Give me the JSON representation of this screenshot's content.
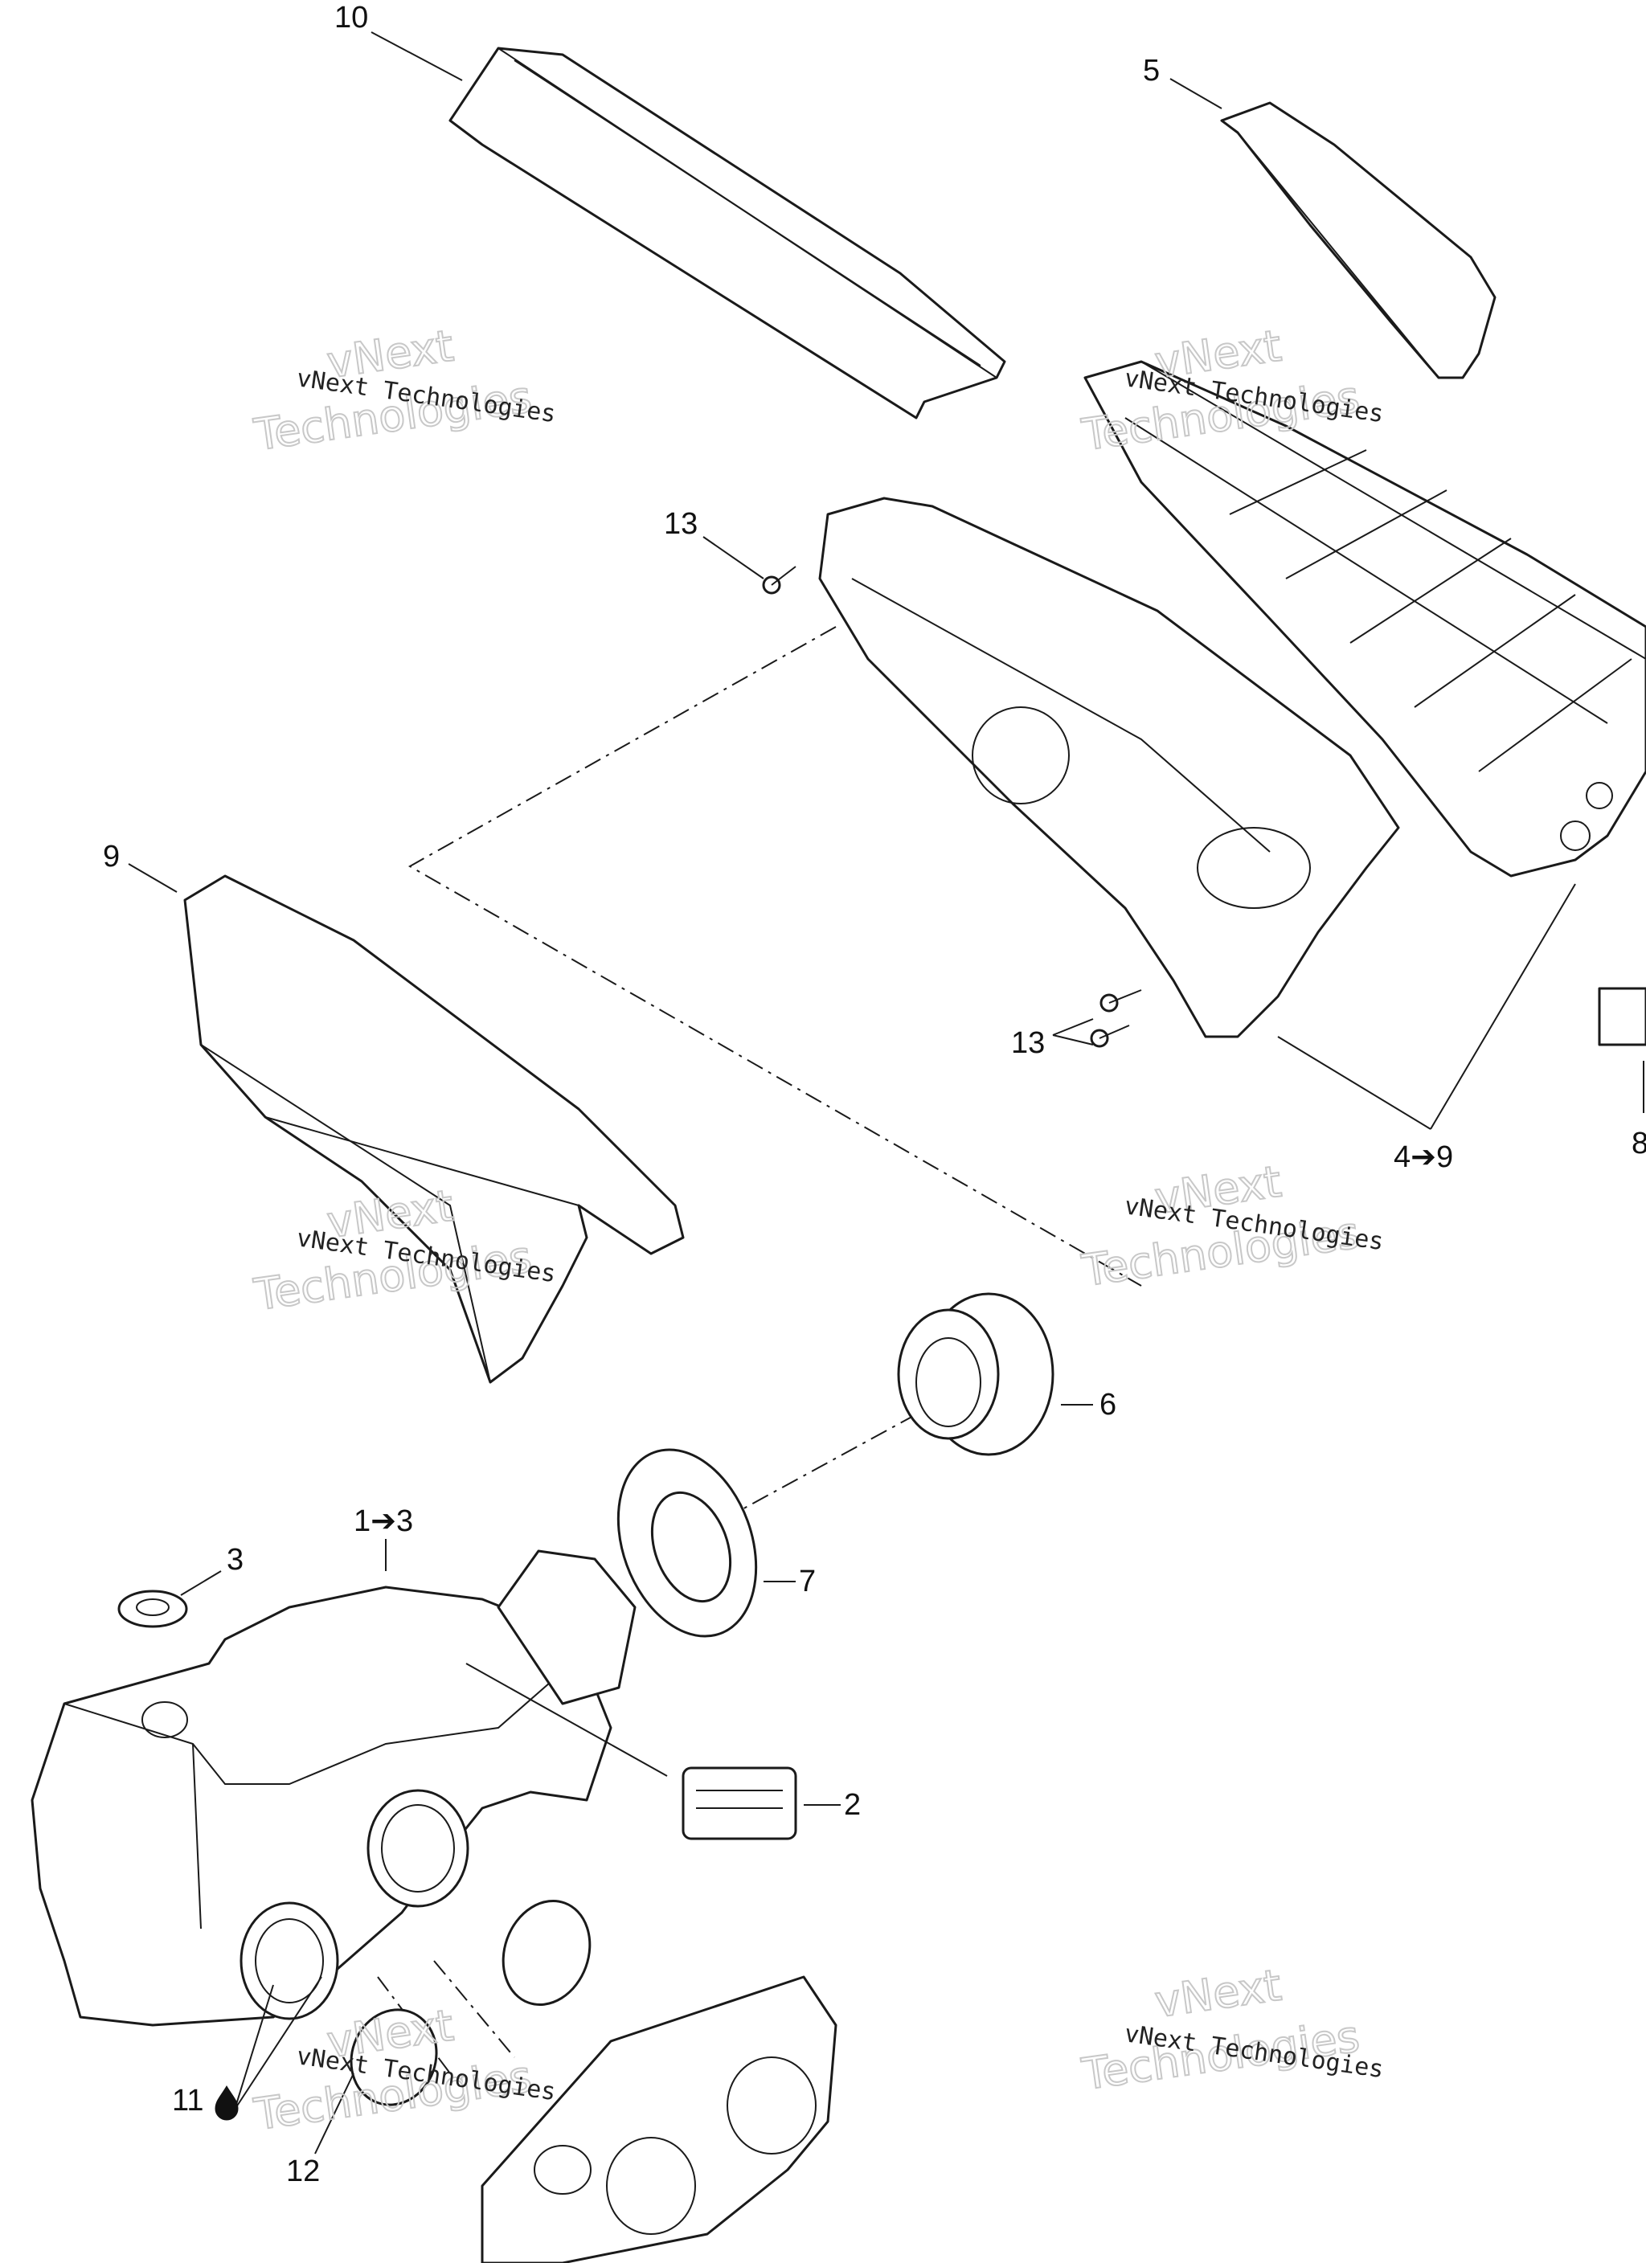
{
  "callouts": {
    "c10": "10",
    "c5": "5",
    "c13a": "13",
    "c9": "9",
    "c13b": "13",
    "c4to9": "4➔9",
    "c8": "8",
    "c6": "6",
    "c1to3": "1➔3",
    "c3": "3",
    "c7": "7",
    "c2": "2",
    "c11": "11",
    "c12": "12"
  },
  "watermark": {
    "line_small": "vNext Technologies",
    "line_large_top": "vNext",
    "line_large_bottom": "Technologies"
  }
}
